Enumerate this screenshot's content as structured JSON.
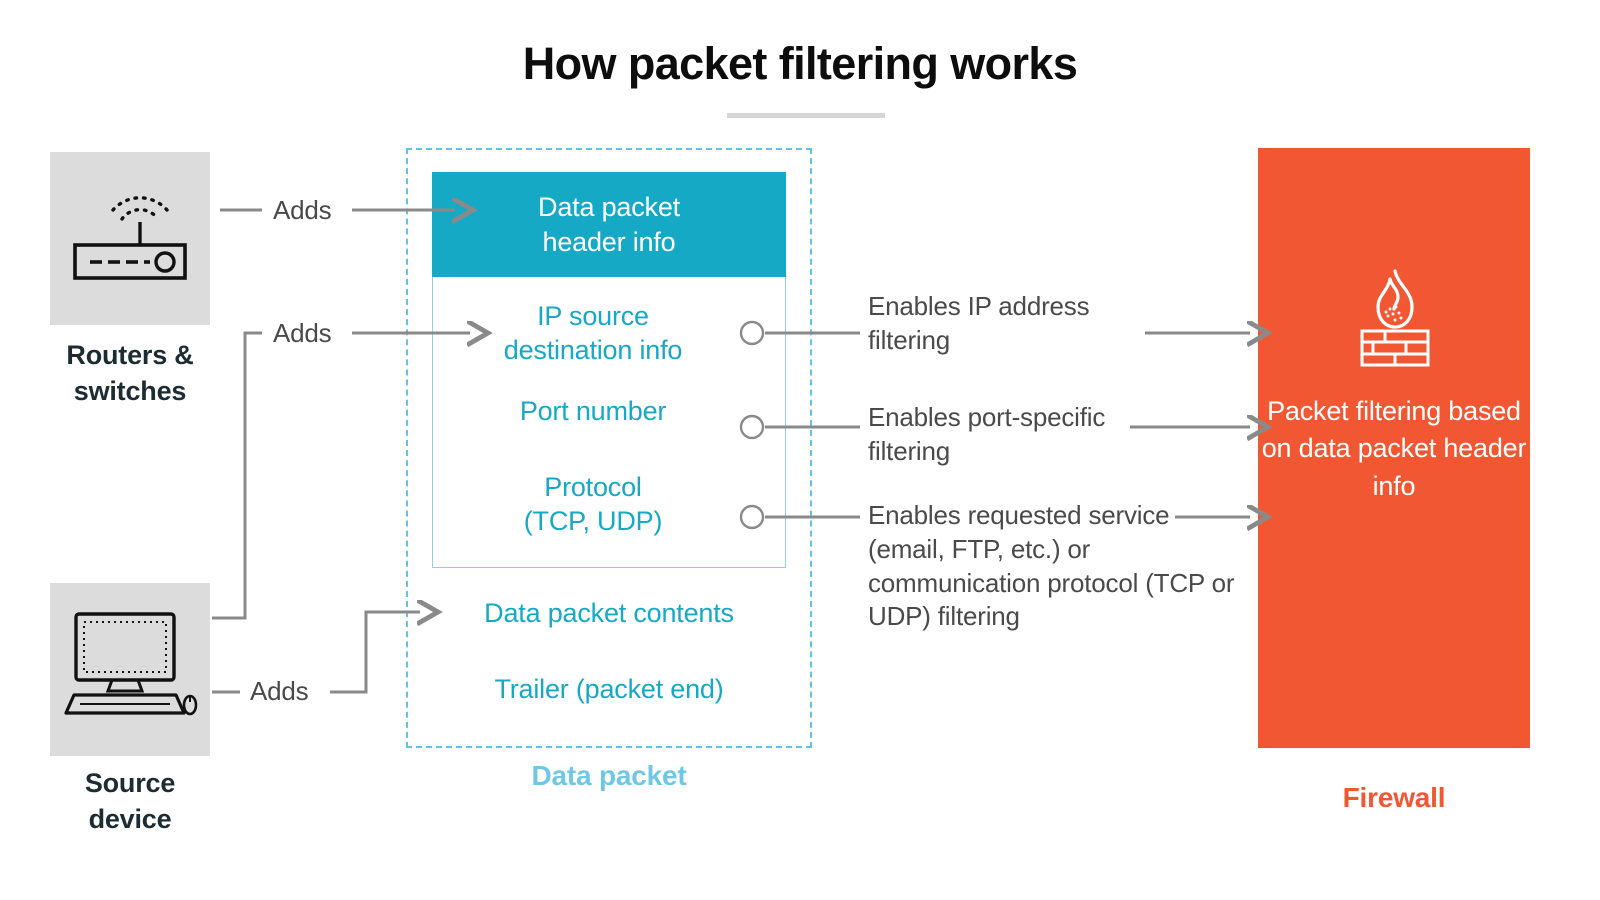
{
  "title": "How packet filtering works",
  "colors": {
    "teal": "#16a9c6",
    "light_blue": "#6fc7e4",
    "orange": "#f15733",
    "gray_tile": "#dcdcdc",
    "wire_gray": "#8a8a8a",
    "text_dark": "#1d2c33",
    "text_body": "#4a4a4a"
  },
  "left_column": {
    "devices": [
      {
        "icon": "router-icon",
        "caption_line1": "Routers &",
        "caption_line2": "switches"
      },
      {
        "icon": "desktop-computer-icon",
        "caption_line1": "Source",
        "caption_line2": "device"
      }
    ],
    "connector_labels": [
      "Adds",
      "Adds",
      "Adds"
    ]
  },
  "packet": {
    "caption": "Data packet",
    "header": {
      "line1": "Data packet",
      "line2": "header info"
    },
    "header_fields": [
      {
        "line1": "IP source",
        "line2": "destination info"
      },
      {
        "line1": "Port number",
        "line2": ""
      },
      {
        "line1": "Protocol",
        "line2": "(TCP, UDP)"
      }
    ],
    "body_rows": [
      "Data packet contents",
      "Trailer (packet end)"
    ]
  },
  "explanations": [
    "Enables IP address filtering",
    "Enables port-specific filtering",
    "Enables requested service (email, FTP, etc.) or communication protocol (TCP or UDP) filtering"
  ],
  "firewall": {
    "icon": "firewall-flame-brick-icon",
    "caption": "Firewall",
    "description": "Packet filtering based on data packet header info"
  }
}
